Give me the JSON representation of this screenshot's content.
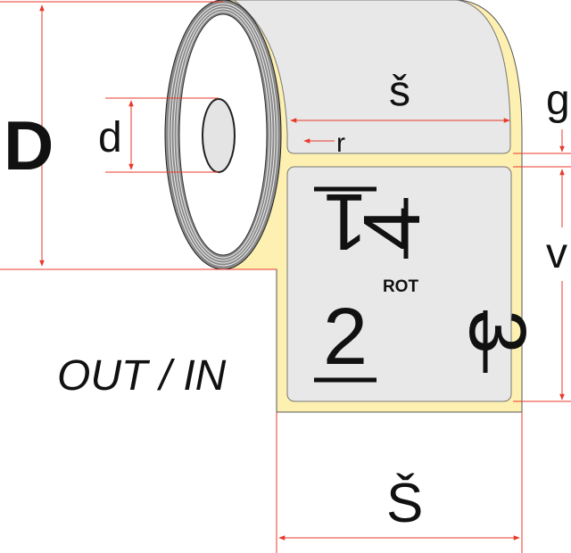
{
  "labels": {
    "outer_diameter": "D",
    "core_diameter": "d",
    "label_width": "š",
    "corner_radius": "r",
    "gap": "g",
    "label_height": "v",
    "liner_width": "Š",
    "winding": "OUT / IN",
    "rotation": "ROT"
  },
  "orientation_marks": [
    "1",
    "2",
    "3",
    "4"
  ],
  "colors": {
    "dimension": "#e8392b",
    "liner": "#fdf0b0",
    "label": "#e8e8e8",
    "ink": "#111111"
  }
}
